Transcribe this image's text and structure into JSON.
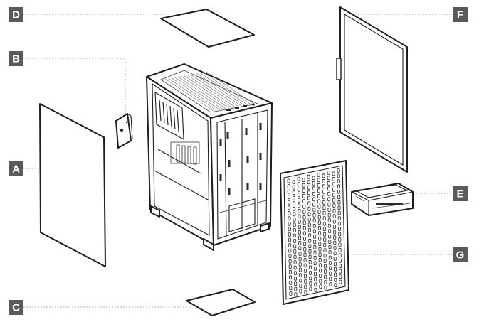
{
  "callouts": [
    {
      "id": "A",
      "label": "A"
    },
    {
      "id": "B",
      "label": "B"
    },
    {
      "id": "C",
      "label": "C"
    },
    {
      "id": "D",
      "label": "D"
    },
    {
      "id": "E",
      "label": "E"
    },
    {
      "id": "F",
      "label": "F"
    },
    {
      "id": "G",
      "label": "G"
    }
  ],
  "colors": {
    "callout_fill": "#5a5a5a",
    "line_art": "#1e1e1e",
    "leader": "#9a9a9a",
    "background": "#ffffff"
  }
}
